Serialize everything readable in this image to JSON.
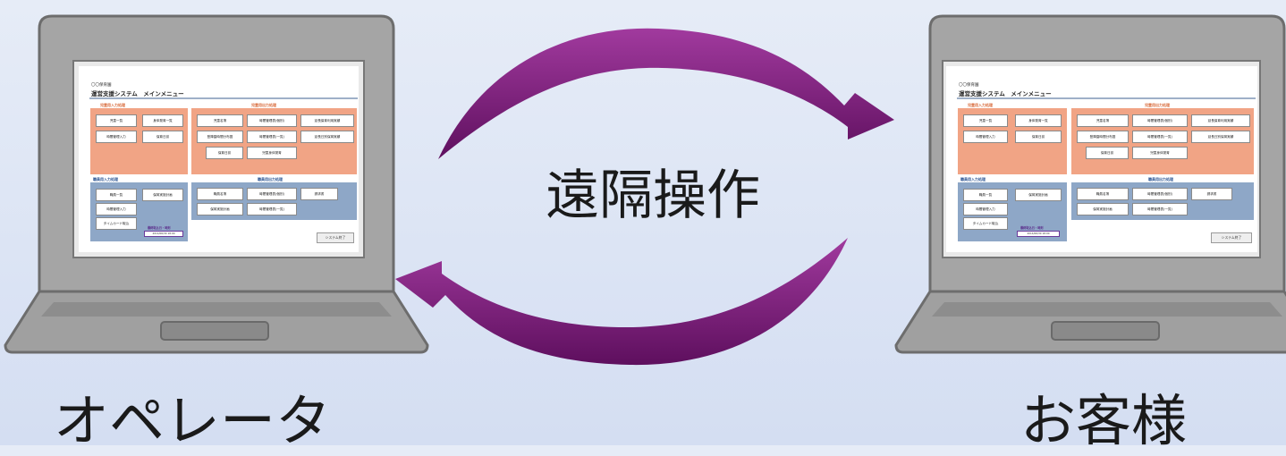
{
  "center_label": "遠隔操作",
  "operator_label": "オペレータ",
  "customer_label": "お客様",
  "colors": {
    "arrow": "#7a1a78",
    "orange_panel": "#f1a485",
    "blue_panel": "#8ea7c7",
    "laptop_body": "#9a9a9a"
  },
  "screen": {
    "crumb": "〇〇保育園",
    "title": "運営支援システム　メインメニュー",
    "section_titles": [
      "児童用入力処理",
      "児童用出力処理",
      "職員用入力処理",
      "職員用出力処理"
    ],
    "child_input_buttons": [
      "児童一覧",
      "身体発育一覧",
      "時間管理入力",
      "保育日誌"
    ],
    "child_output_buttons": [
      "児童名簿",
      "時間管理表(個別)",
      "延長保育利用実績",
      "登降園時間分布図",
      "時間管理表(一覧)",
      "延長日別保育実績",
      "保育日誌",
      "児童身体発育"
    ],
    "staff_input_buttons": [
      "職員一覧",
      "保育実施計画",
      "時間管理入力",
      "タイムカード取込"
    ],
    "staff_output_buttons": [
      "職員名簿",
      "時間管理表(個別)",
      "請求書",
      "保育実施計画",
      "時間管理表(一覧)"
    ],
    "timecard_label": "最終取込日・時刻",
    "timecard_value": "2014/06/30 18:00",
    "exit_button": "システム終了"
  }
}
